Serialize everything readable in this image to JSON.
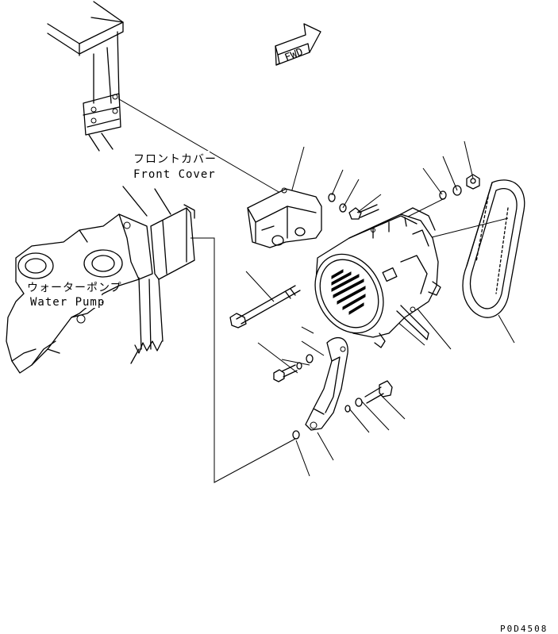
{
  "labels": {
    "front_cover_jp": "フロントカバー",
    "front_cover_en": "Front Cover",
    "water_pump_jp": "ウォーターポンプ",
    "water_pump_en": "Water Pump",
    "fwd": "FWD",
    "drawing_code": "P0D4508"
  }
}
